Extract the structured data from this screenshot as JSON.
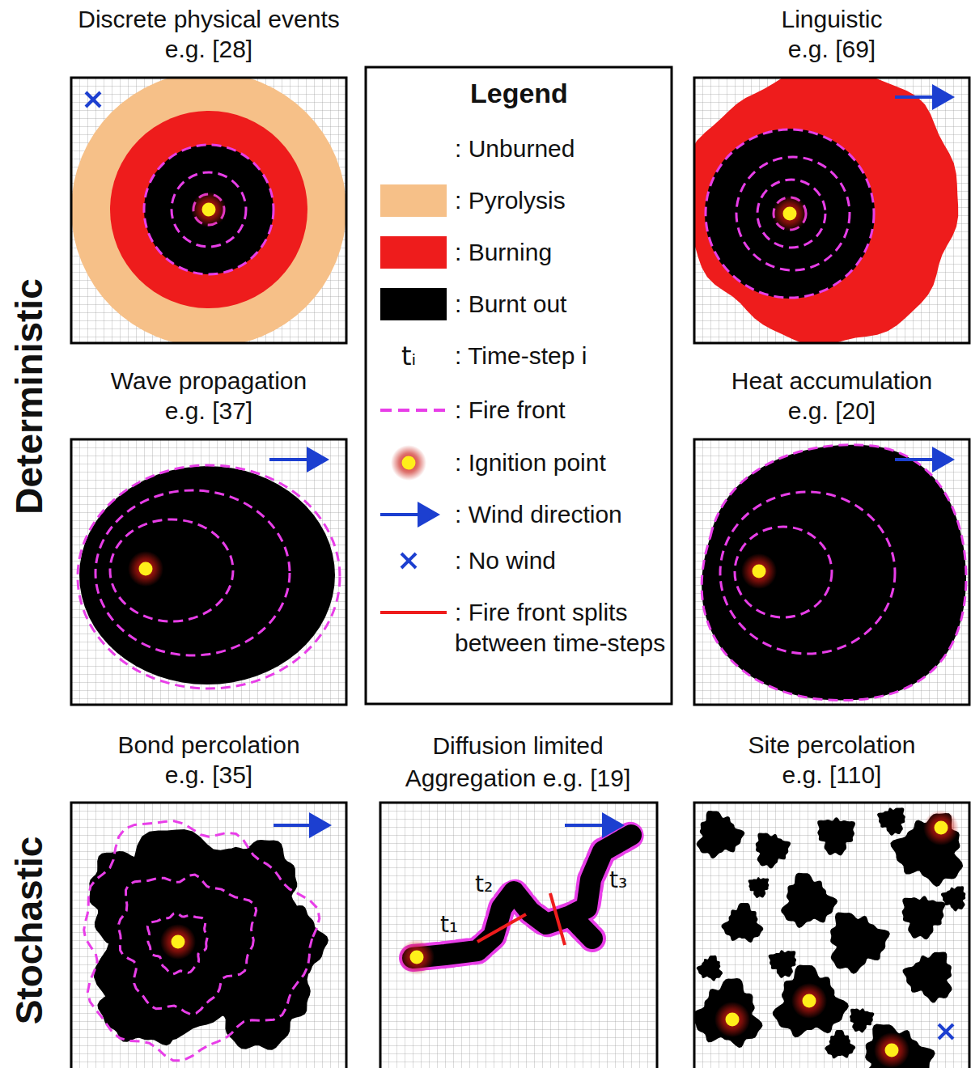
{
  "diagram": {
    "nodes": [
      {
        "text": [
          "Discrete physical events",
          "e.g. [28]"
        ]
      },
      {
        "text": [
          "Linguistic",
          "e.g. [69]"
        ]
      },
      {
        "text": [
          "Wave propagation",
          "e.g. [37]"
        ]
      },
      {
        "text": [
          "Heat accumulation",
          "e.g. [20]"
        ]
      },
      {
        "text": [
          "Bond percolation",
          "e.g. [35]"
        ]
      },
      {
        "text": [
          "Diffusion limited Aggregation e.g. [19]"
        ]
      },
      {
        "text": [
          "Site percolation",
          "e.g. [110]"
        ]
      }
    ],
    "labels": [
      "Deterministic",
      "Stochastic",
      "Legend",
      "tᵢ",
      "t₁",
      "t₂",
      "t₃"
    ],
    "legend": [
      {
        "text": ": Unburned",
        "color": "#ffffff"
      },
      {
        "text": ": Pyrolysis",
        "color": "#f6c088"
      },
      {
        "text": ": Burning",
        "color": "#ee1c1c"
      },
      {
        "text": ": Burnt out",
        "color": "#000000"
      },
      {
        "text": ": Time-step i"
      },
      {
        "text": ": Fire front"
      },
      {
        "text": ": Ignition point"
      },
      {
        "text": ": Wind direction"
      },
      {
        "text": ": No wind"
      },
      {
        "text": ": Fire front splits between time-steps"
      }
    ]
  }
}
